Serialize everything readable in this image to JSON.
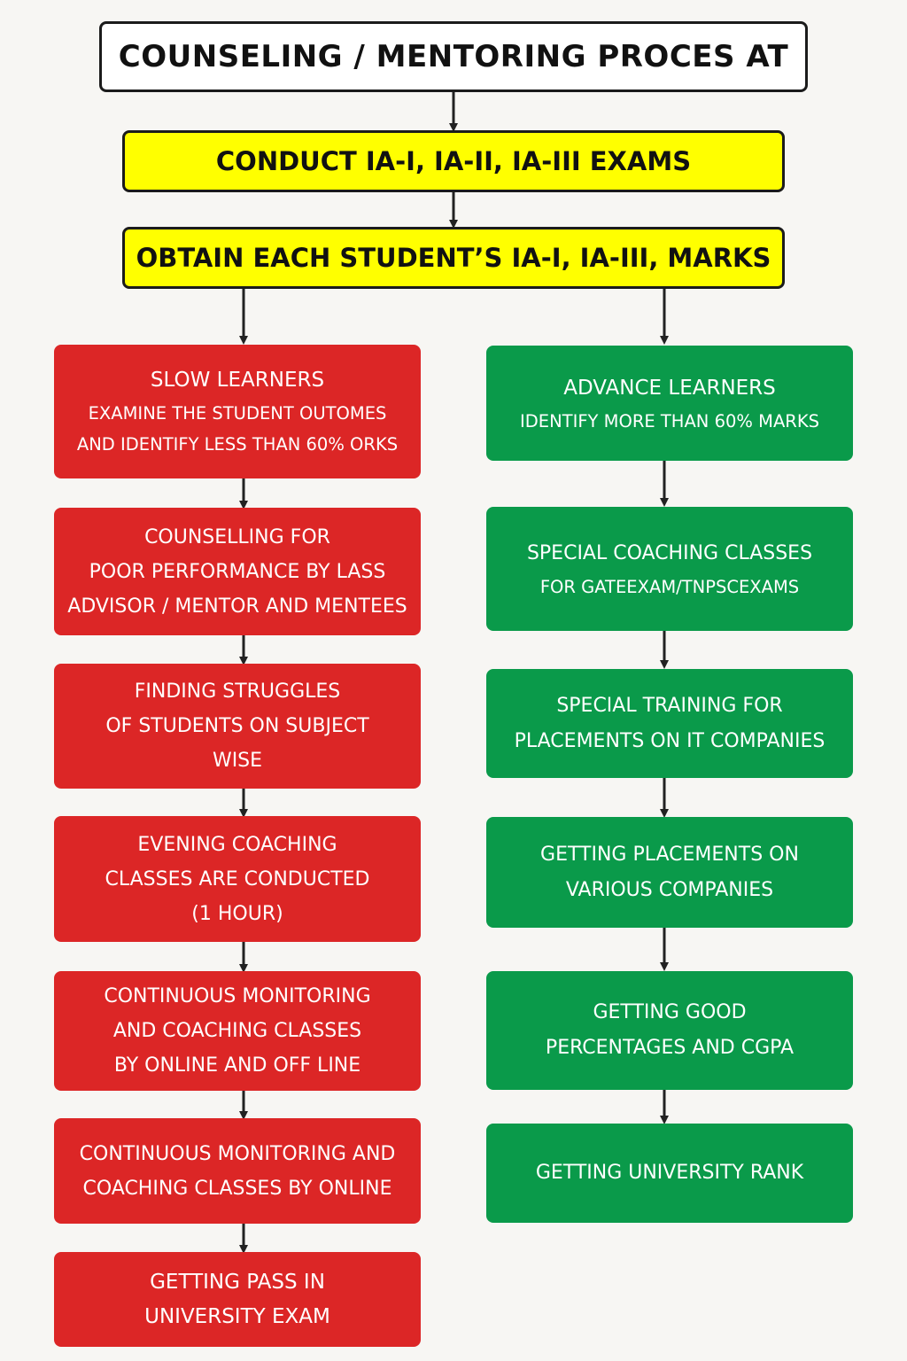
{
  "header": {
    "title": "COUNSELING / MENTORING PROCES AT",
    "step1": "CONDUCT IA-I, IA-II, IA-III EXAMS",
    "step2": "OBTAIN EACH STUDENT’S IA-I, IA-III, MARKS"
  },
  "slow_path": {
    "box1": {
      "heading": "SLOW LEARNERS",
      "line1": "EXAMINE THE STUDENT OUTOMES",
      "line2": "AND IDENTIFY LESS THAN 60% ORKS"
    },
    "box2": {
      "line1": "COUNSELLING FOR",
      "line2": "POOR PERFORMANCE BY LASS",
      "line3": "ADVISOR / MENTOR AND MENTEES"
    },
    "box3": {
      "line1": "FINDING STRUGGLES",
      "line2": "OF STUDENTS ON SUBJECT",
      "line3": "WISE"
    },
    "box4": {
      "line1": "EVENING COACHING",
      "line2": "CLASSES ARE CONDUCTED",
      "line3": "(1 HOUR)"
    },
    "box5": {
      "line1": "CONTINUOUS MONITORING",
      "line2": "AND COACHING CLASSES",
      "line3": "BY ONLINE AND OFF LINE"
    },
    "box6": {
      "line1": "CONTINUOUS MONITORING AND",
      "line2": "COACHING CLASSES BY ONLINE"
    },
    "box7": {
      "line1": "GETTING PASS IN",
      "line2": "UNIVERSITY EXAM"
    }
  },
  "advance_path": {
    "box1": {
      "heading": "ADVANCE LEARNERS",
      "line1": "IDENTIFY MORE THAN 60% MARKS"
    },
    "box2": {
      "line1": "SPECIAL COACHING CLASSES",
      "line2": "FOR GATEEXAM/TNPSCEXAMS"
    },
    "box3": {
      "line1": "SPECIAL TRAINING FOR",
      "line2": "PLACEMENTS ON IT COMPANIES"
    },
    "box4": {
      "line1": "GETTING PLACEMENTS ON",
      "line2": "VARIOUS COMPANIES"
    },
    "box5": {
      "line1": "GETTING GOOD",
      "line2": "PERCENTAGES AND CGPA"
    },
    "box6": {
      "line1": "GETTING UNIVERSITY RANK"
    }
  },
  "colors": {
    "title_bg": "#ffffff",
    "highlight": "#ffff00",
    "slow_learner": "#dc2626",
    "advance_learner": "#0a9a4a",
    "connector": "#222222"
  }
}
